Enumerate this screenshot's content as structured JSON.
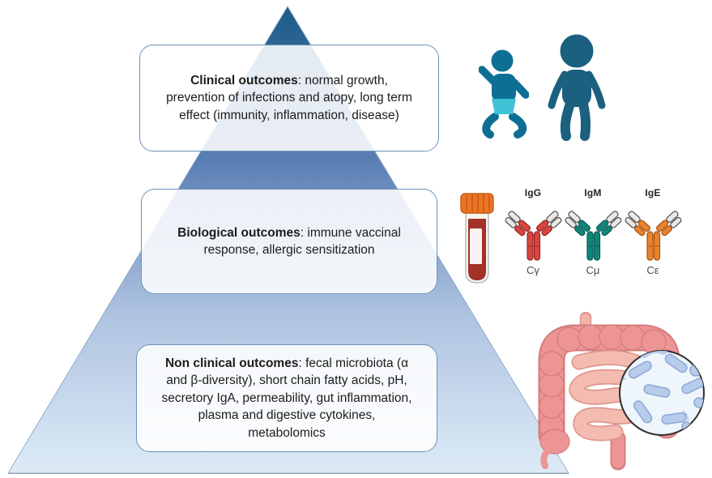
{
  "pyramid": {
    "gradient": {
      "top": "#1d5b89",
      "mid": "#5b7fb5",
      "lower": "#aec3e0",
      "bottom": "#ddebf7"
    },
    "edge_color": "#8aa9c7",
    "base_line_color": "#97a0a9",
    "levels": [
      {
        "id": "clinical",
        "title": "Clinical outcomes",
        "body": ": normal growth, prevention of infections and atopy, long term effect (immunity, inflammation, disease)"
      },
      {
        "id": "biological",
        "title": "Biological outcomes",
        "body": ": immune vaccinal response, allergic sensitization"
      },
      {
        "id": "non_clinical",
        "title": "Non clinical outcomes",
        "body": ": fecal microbiota (α and β-diversity), short chain fatty acids, pH, secretory IgA, permeability, gut inflammation, plasma and digestive cytokines, metabolomics"
      }
    ]
  },
  "icons": {
    "baby": {
      "color": "#0e6f95",
      "diaper_color": "#3fc2d6"
    },
    "adult": {
      "color": "#1b607f"
    },
    "blood_tube": {
      "cap_color": "#ee7424",
      "cap_outline": "#c65c15",
      "blood_color": "#a23127",
      "glass_fill": "#f5f4f1",
      "glass_outline": "#bcbcbc",
      "label_fill": "#fdfdfd"
    },
    "intestine": {
      "colon_color": "#ed9494",
      "colon_outline": "#d47b7b",
      "small_intestine_color": "#f4bcb1",
      "small_intestine_outline": "#de968b",
      "stub_color": "#f2b3a9"
    },
    "microbiota": {
      "lens_fill": "#eef5fb",
      "lens_outline": "#2f2f2f",
      "bacteria_fill": "#b7cceb",
      "bacteria_outline": "#8da8d6"
    }
  },
  "antibodies": {
    "items": [
      {
        "label": "IgG",
        "chain": "Cγ",
        "color": "#d8463f",
        "outline": "#942723"
      },
      {
        "label": "IgM",
        "chain": "Cμ",
        "color": "#10857a",
        "outline": "#0a5a50"
      },
      {
        "label": "IgE",
        "chain": "Cε",
        "color": "#e9832e",
        "outline": "#a65312"
      }
    ],
    "fab_tip_fill": "#e9e8e4",
    "fab_tip_outline": "#4f4f4f"
  }
}
